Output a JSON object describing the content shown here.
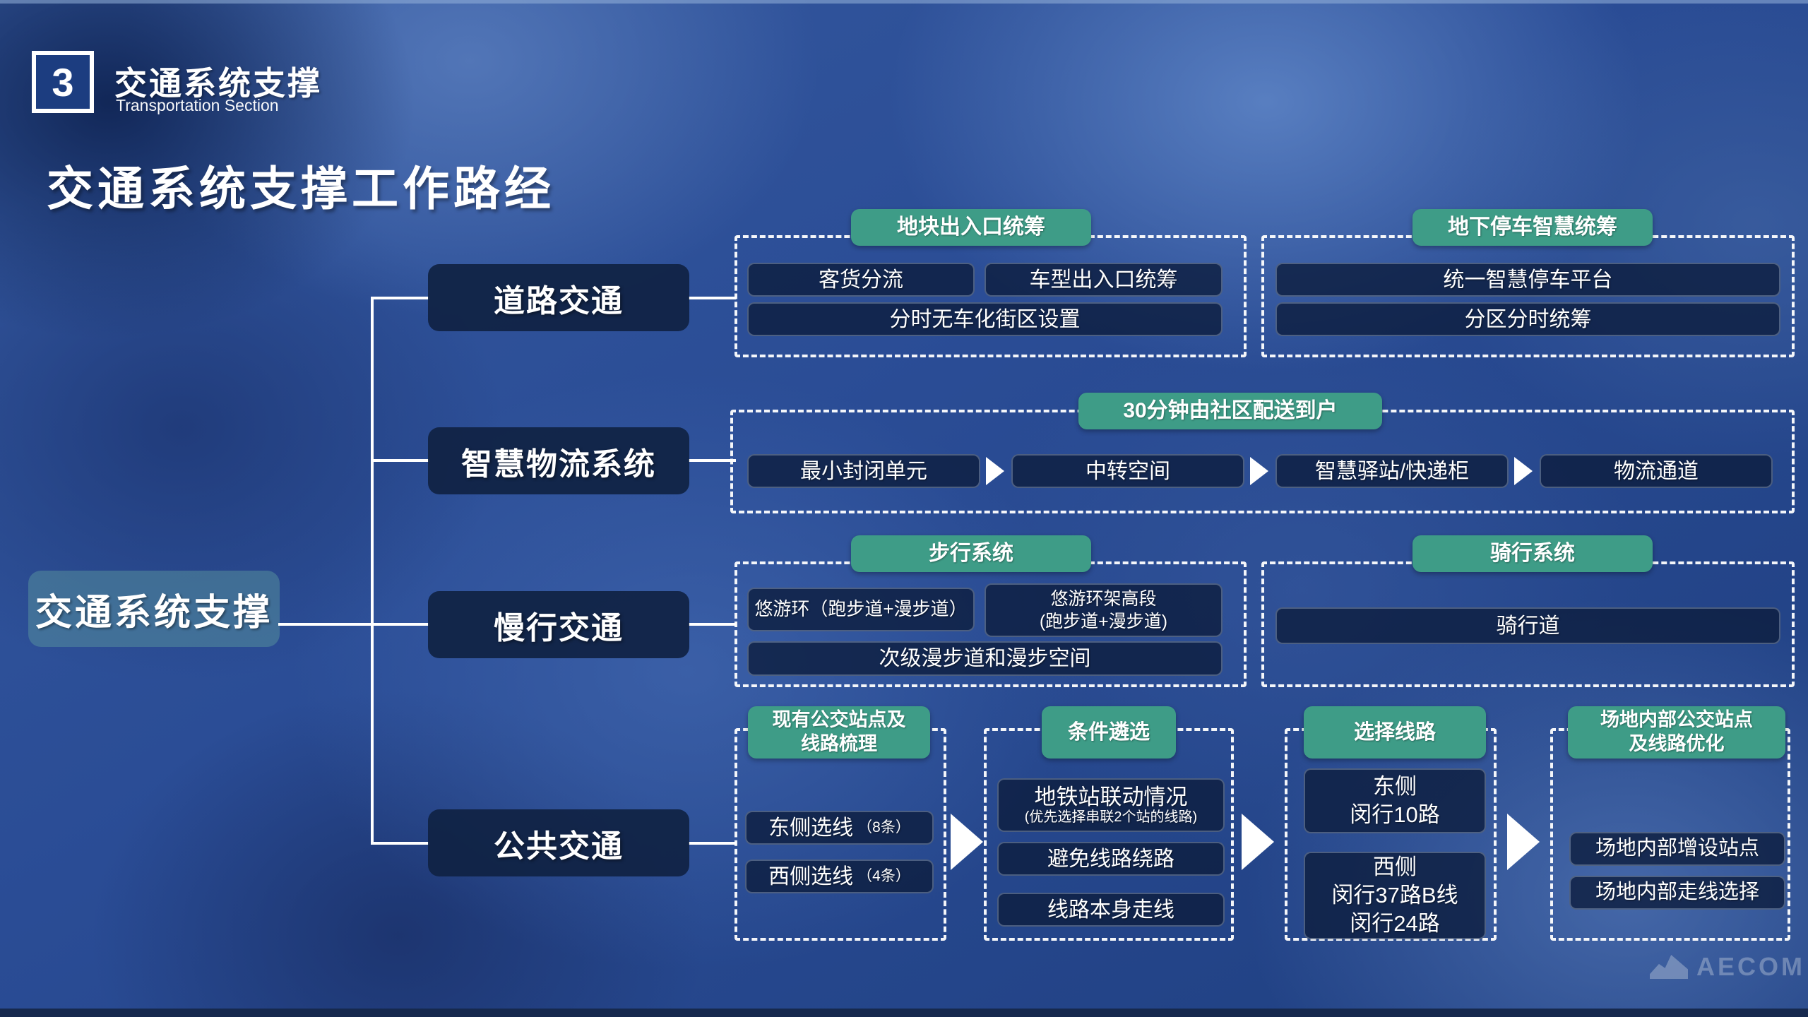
{
  "header": {
    "number": "3",
    "title": "交通系统支撑",
    "subtitle": "Transportation Section"
  },
  "page_title": "交通系统支撑工作路经",
  "root": {
    "label": "交通系统支撑"
  },
  "rows": {
    "road": {
      "label": "道路交通",
      "left": {
        "pill": "地块出入口统筹",
        "item1": "客货分流",
        "item2": "车型出入口统筹",
        "item3": "分时无车化街区设置"
      },
      "right": {
        "pill": "地下停车智慧统筹",
        "item1": "统一智慧停车平台",
        "item2": "分区分时统筹"
      }
    },
    "logistics": {
      "label": "智慧物流系统",
      "pill": "30分钟由社区配送到户",
      "steps": [
        "最小封闭单元",
        "中转空间",
        "智慧驿站/快递柜",
        "物流通道"
      ]
    },
    "slow": {
      "label": "慢行交通",
      "left": {
        "pill": "步行系统",
        "item1": "悠游环（跑步道+漫步道）",
        "item2": "悠游环架高段\n(跑步道+漫步道)",
        "item3": "次级漫步道和漫步空间"
      },
      "right": {
        "pill": "骑行系统",
        "item1": "骑行道"
      }
    },
    "public": {
      "label": "公共交通",
      "stage1": {
        "pill": "现有公交站点及\n线路梳理",
        "item1_main": "东侧选线",
        "item1_note": "（8条）",
        "item2_main": "西侧选线",
        "item2_note": "（4条）"
      },
      "stage2": {
        "pill": "条件遴选",
        "item1_main": "地铁站联动情况",
        "item1_note": "(优先选择串联2个站的线路)",
        "item2": "避免线路绕路",
        "item3": "线路本身走线"
      },
      "stage3": {
        "pill": "选择线路",
        "item1": "东侧\n闵行10路",
        "item2": "西侧\n闵行37路B线\n闵行24路"
      },
      "stage4": {
        "pill": "场地内部公交站点\n及线路优化",
        "item1": "场地内部增设站点",
        "item2": "场地内部走线选择"
      }
    }
  },
  "watermark": "AECOM",
  "colors": {
    "pill_green": "#3E9C87",
    "node_navy": "#102244",
    "item_navy": "rgba(13,29,61,0.80)",
    "root_teal": "rgba(88,148,158,0.50)",
    "line_white": "#FFFFFF",
    "background_blue": "#2a4c95"
  }
}
